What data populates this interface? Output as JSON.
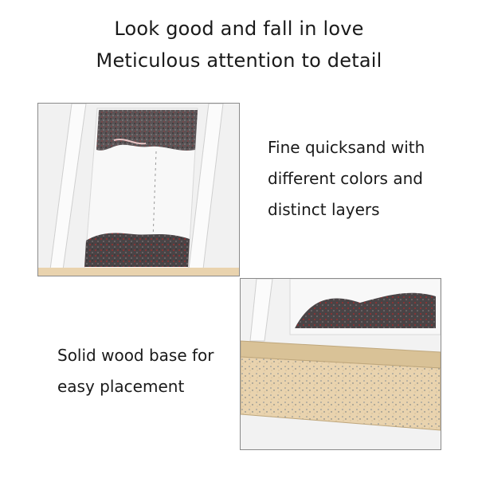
{
  "header": {
    "line1": "Look good and fall in love",
    "line2": "Meticulous attention to detail"
  },
  "features": [
    {
      "lines": [
        "Fine quicksand with",
        "different colors and",
        "distinct layers"
      ]
    },
    {
      "lines": [
        "Solid wood base for",
        "easy placement"
      ]
    }
  ],
  "colors": {
    "background": "#ffffff",
    "text": "#1a1a1a",
    "sand_dark": "#4a4446",
    "sand_red": "#b02a2a",
    "wood": "#e9d3ae"
  }
}
